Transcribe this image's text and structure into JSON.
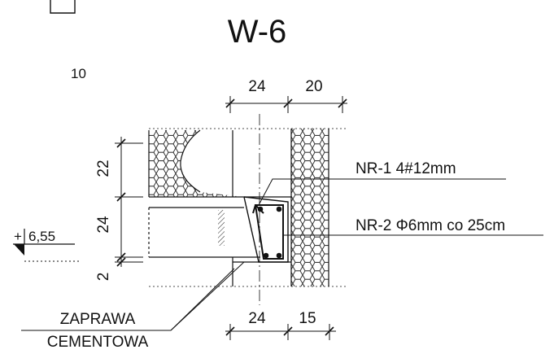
{
  "title": "W-6",
  "scale_mark": "10",
  "dimensions": {
    "top": [
      "24",
      "20"
    ],
    "bottom": [
      "24",
      "15"
    ],
    "left": [
      "22",
      "24",
      "2"
    ]
  },
  "level_marker": {
    "sign": "+",
    "value": "6,55"
  },
  "rebar_labels": {
    "nr1": "NR-1  4#12mm",
    "nr2": "NR-2  Φ6mm co 25cm"
  },
  "mortar_label": {
    "line1": "ZAPRAWA",
    "line2": "CEMENTOWA"
  }
}
